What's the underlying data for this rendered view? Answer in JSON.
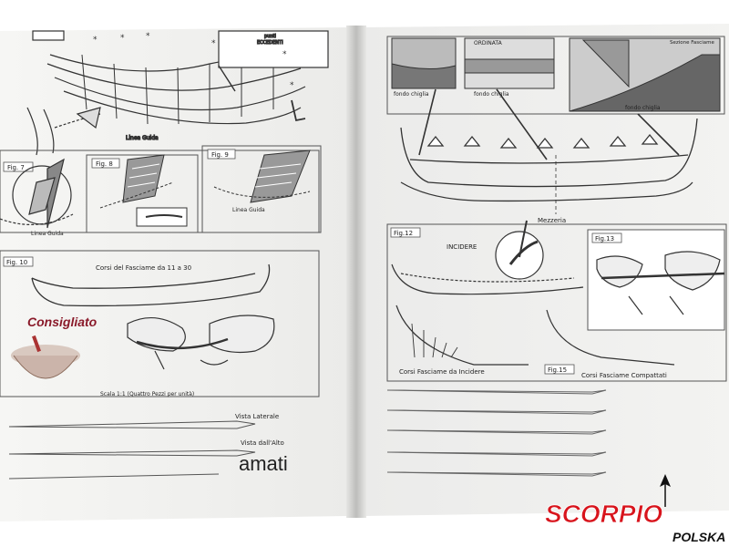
{
  "left_page": {
    "figures": {
      "fig7": "Fig. 7",
      "fig8": "Fig. 8",
      "fig9": "Fig. 9",
      "fig10": "Fig. 10"
    },
    "labels": {
      "linea_guida_top": "Linea Guida",
      "linea_guida_fig7": "Linea Guida",
      "linea_guida_fig9": "Linea Guida",
      "corsi_fasciame": "Corsi del Fasciame da 11 a 30",
      "consigliato": "Consigliato",
      "scala_note": "Scala 1:1 (Quattro Pezzi per unità)",
      "vista_laterale": "Vista Laterale",
      "vista_alto": "Vista dall'Alto",
      "brand": "amati"
    }
  },
  "right_page": {
    "figures": {
      "fig12": "Fig.12",
      "fig13": "Fig.13",
      "fig15": "Fig.15"
    },
    "labels": {
      "ordinata": "ORDINATA",
      "sezione_fasciame": "Sezione Fasciame",
      "fondo_chiglia_1": "fondo chiglia",
      "fondo_chiglia_2": "fondo chiglia",
      "fondo_chiglia_3": "fondo chiglia",
      "mezzeria": "Mezzeria",
      "incidere": "INCIDERE",
      "corsi_incidere": "Corsi Fasciame da Incidere",
      "corsi_compattati": "Corsi Fasciame Compattati"
    }
  },
  "watermark": {
    "scorpio": "SCORPIO",
    "polska": "POLSKA",
    "scorpio_color": "#d8141c",
    "polska_color": "#111111"
  },
  "colors": {
    "paper": "#f4f4f2",
    "page_shadow": "#cfcfcd",
    "ink": "#333333",
    "background": "#ffffff"
  }
}
